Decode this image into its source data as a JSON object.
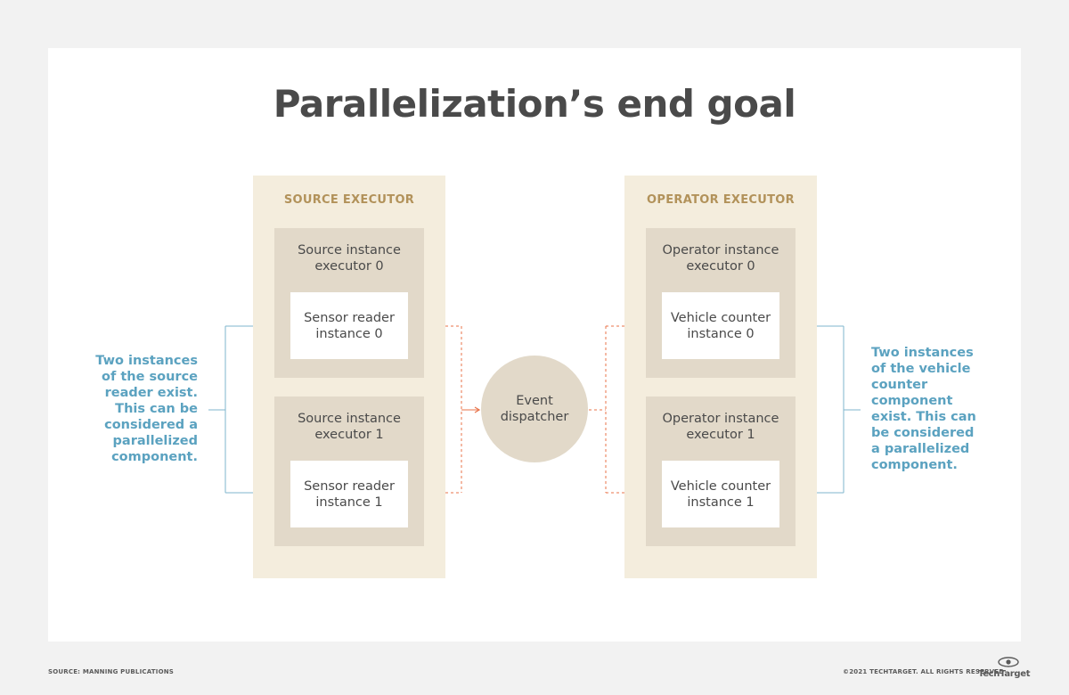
{
  "title": "Parallelization’s end goal",
  "source_executor": {
    "label": "SOURCE EXECUTOR",
    "instances": [
      {
        "label": "Source instance\nexecutor 0",
        "component": "Sensor reader\ninstance 0"
      },
      {
        "label": "Source instance\nexecutor 1",
        "component": "Sensor reader\ninstance 1"
      }
    ]
  },
  "operator_executor": {
    "label": "OPERATOR EXECUTOR",
    "instances": [
      {
        "label": "Operator instance\nexecutor 0",
        "component": "Vehicle counter\ninstance 0"
      },
      {
        "label": "Operator instance\nexecutor 1",
        "component": "Vehicle counter\ninstance 1"
      }
    ]
  },
  "dispatcher": "Event\ndispatcher",
  "annotations": {
    "left": "Two instances\nof the source\nreader exist.\nThis can be\nconsidered a\nparallelized\ncomponent.",
    "right": "Two instances\nof the vehicle\ncounter\ncomponent\nexist. This can\nbe considered\na parallelized\ncomponent."
  },
  "footer": {
    "source": "SOURCE: MANNING PUBLICATIONS",
    "copyright": "©2021 TECHTARGET. ALL RIGHTS RESERVED",
    "brand": "TechTarget"
  },
  "colors": {
    "title": "#4a4a4a",
    "executor_bg": "#f4eddd",
    "instance_bg": "#e2d9c9",
    "executor_label": "#b2925a",
    "annotation": "#5ba2c0",
    "dashed_arrow": "#e8734a",
    "bracket_line": "#7fb6cc"
  }
}
